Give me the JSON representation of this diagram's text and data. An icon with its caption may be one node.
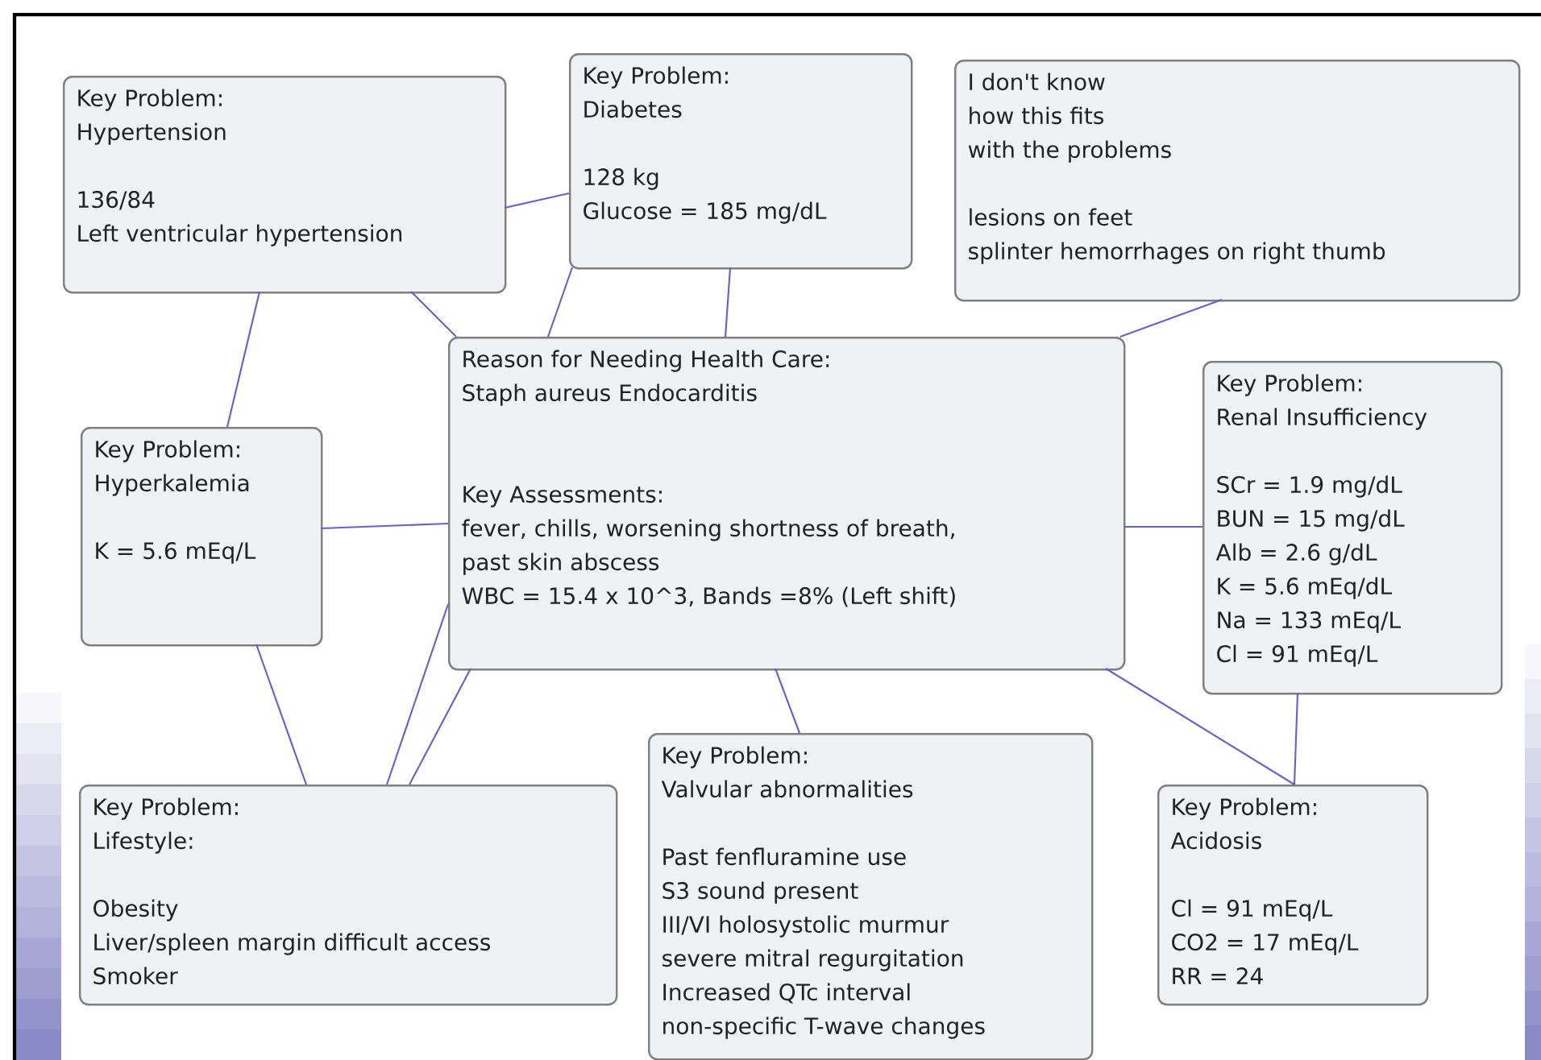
{
  "diagram": {
    "nodes": [
      {
        "text": [
          "Key Problem:",
          "Hypertension",
          "136/84",
          "Left ventricular hypertension"
        ]
      },
      {
        "text": [
          "Key Problem:",
          "Diabetes",
          "128 kg",
          "Glucose = 185 mg/dL"
        ]
      },
      {
        "text": [
          "I don't know",
          "how this fits",
          "with the problems",
          "lesions on feet",
          "splinter hemorrhages on right thumb"
        ]
      },
      {
        "text": [
          "Reason for Needing Health Care:",
          "Staph aureus Endocarditis",
          "Key Assessments:",
          "fever, chills, worsening shortness of breath,",
          "past skin abscess",
          "WBC = 15.4 x 10^3, Bands =8% (Left shift)"
        ]
      },
      {
        "text": [
          "Key Problem:",
          "Hyperkalemia",
          "K = 5.6 mEq/L"
        ]
      },
      {
        "text": [
          "Key Problem:",
          "Renal Insufficiency",
          "SCr = 1.9 mg/dL",
          "BUN = 15 mg/dL",
          "Alb = 2.6 g/dL",
          "K = 5.6 mEq/dL",
          "Na = 133 mEq/L",
          "Cl = 91 mEq/L"
        ]
      },
      {
        "text": [
          "Key Problem:",
          "Lifestyle:",
          "Obesity",
          "Liver/spleen margin difficult access",
          "Smoker"
        ]
      },
      {
        "text": [
          "Key Problem:",
          "Valvular abnormalities",
          "Past fenfluramine use",
          "S3 sound present",
          "III/VI holosystolic murmur",
          "severe mitral regurgitation",
          "Increased QTc interval",
          "non-specific T-wave changes"
        ]
      },
      {
        "text": [
          "Key Problem:",
          "Acidosis",
          "Cl = 91 mEq/L",
          "CO2 = 17 mEq/L",
          "RR = 24"
        ]
      }
    ],
    "edges": [
      {
        "from": 0,
        "to": 1,
        "arrow": "none"
      },
      {
        "from": 0,
        "to": 3,
        "arrow": "none"
      },
      {
        "from": 1,
        "to": 3,
        "arrow": "none"
      },
      {
        "from": 1,
        "to": 3,
        "arrow": "none"
      },
      {
        "from": 2,
        "to": 3,
        "arrow": "none"
      },
      {
        "from": 0,
        "to": 4,
        "arrow": "none"
      },
      {
        "from": 4,
        "to": 3,
        "arrow": "none"
      },
      {
        "from": 3,
        "to": 5,
        "arrow": "none"
      },
      {
        "from": 4,
        "to": 6,
        "arrow": "none"
      },
      {
        "from": 3,
        "to": 6,
        "arrow": "none"
      },
      {
        "from": 3,
        "to": 6,
        "arrow": "none"
      },
      {
        "from": 3,
        "to": 7,
        "arrow": "none"
      },
      {
        "from": 3,
        "to": 8,
        "arrow": "none"
      },
      {
        "from": 5,
        "to": 8,
        "arrow": "none"
      }
    ]
  }
}
